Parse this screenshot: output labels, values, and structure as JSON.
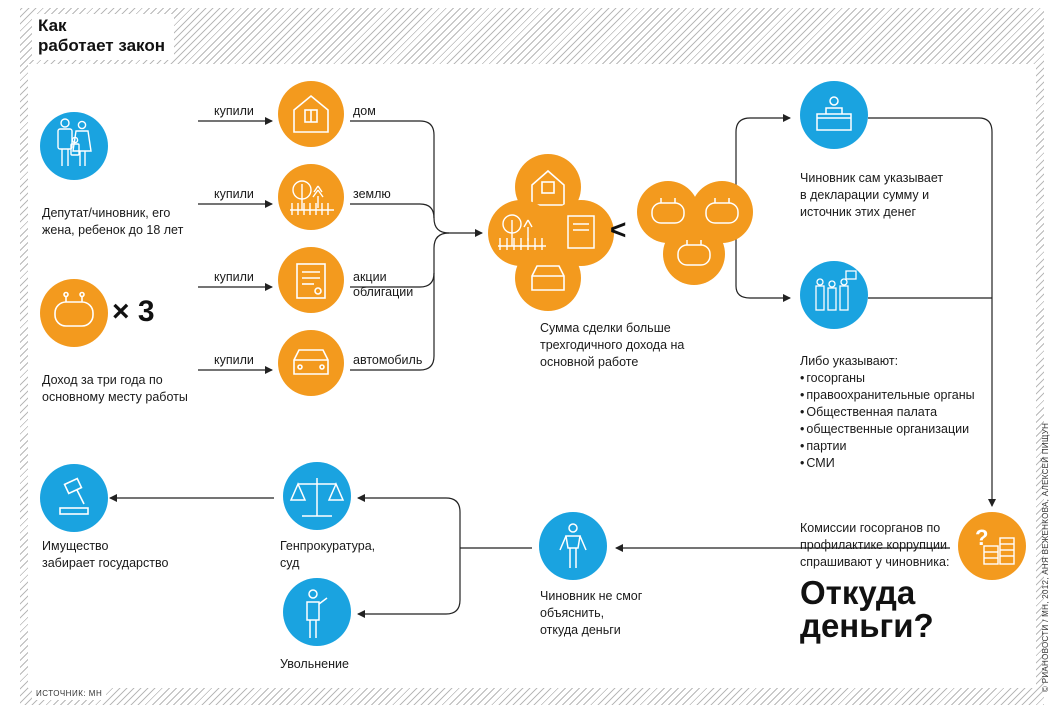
{
  "title": {
    "line1": "Как",
    "line2": "работает закон"
  },
  "source": "ИСТОЧНИК: МН",
  "credit": "© РИАНОВОСТИ / МН, 2012, АНЯ ВЕЖЕНКОВА, АЛЕКСЕЙ ПИЩУН",
  "left": {
    "family_caption": [
      "Депутат/чиновник, его",
      "жена, ребенок до 18 лет"
    ],
    "multiplier": "× 3",
    "income_caption": [
      "Доход за три года по",
      "основному месту работы"
    ]
  },
  "purchases": [
    {
      "verb": "купили",
      "item": [
        "дом"
      ]
    },
    {
      "verb": "купили",
      "item": [
        "землю"
      ]
    },
    {
      "verb": "купили",
      "item": [
        "акции",
        "облигации"
      ]
    },
    {
      "verb": "купили",
      "item": [
        "автомобиль"
      ]
    }
  ],
  "center": {
    "comparison": "<",
    "caption": [
      "Сумма сделки больше",
      "трехгодичного дохода на",
      "основной работе"
    ]
  },
  "right": {
    "official_caption": [
      "Чиновник сам указывает",
      "в декларации сумму и",
      "источник этих денег"
    ],
    "either_title": "Либо указывают:",
    "either_items": [
      "госорганы",
      "правоохранительные органы",
      "Общественная палата",
      "общественные организации",
      "партии",
      "СМИ"
    ],
    "commission_caption": [
      "Комиссии госорганов по",
      "профилактике коррупции",
      "спрашивают у чиновника:"
    ],
    "question": [
      "Откуда",
      "деньги?"
    ]
  },
  "bottom": {
    "failed_caption": [
      "Чиновник не смог",
      "объяснить,",
      "откуда деньги"
    ],
    "court_caption": [
      "Генпрокуратура,",
      "суд"
    ],
    "dismiss_caption": [
      "Увольнение"
    ],
    "state_caption": [
      "Имущество",
      "забирает государство"
    ]
  },
  "colors": {
    "orange": "#F39A1E",
    "blue": "#1AA3E0",
    "line": "#222222",
    "hatch": "#b9b9b9"
  },
  "icons": [
    "family-icon",
    "wallet-icon",
    "house-icon",
    "land-icon",
    "certificate-icon",
    "car-icon",
    "official-desk-icon",
    "group-icon",
    "question-coins-icon",
    "person-icon",
    "scales-icon",
    "dismissed-person-icon",
    "gavel-icon"
  ]
}
